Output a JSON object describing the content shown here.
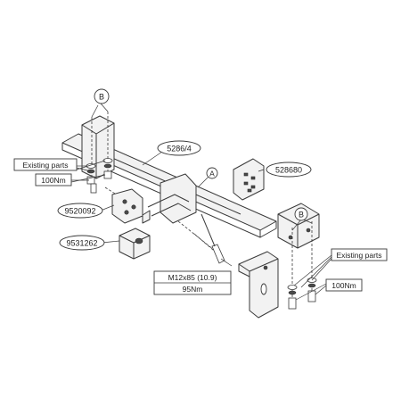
{
  "parts": {
    "crossbar": "5286/4",
    "bracket_kit": "528680",
    "bolt_plate": "9520092",
    "clamp_block": "9531262"
  },
  "callouts": {
    "a": "A",
    "b_left": "B",
    "b_right": "B"
  },
  "notes": {
    "existing_parts_left": "Existing parts",
    "torque_left": "100Nm",
    "existing_parts_right": "Existing parts",
    "torque_right": "100Nm",
    "bolt_spec": "M12x85 (10.9)",
    "bolt_torque": "95Nm"
  }
}
